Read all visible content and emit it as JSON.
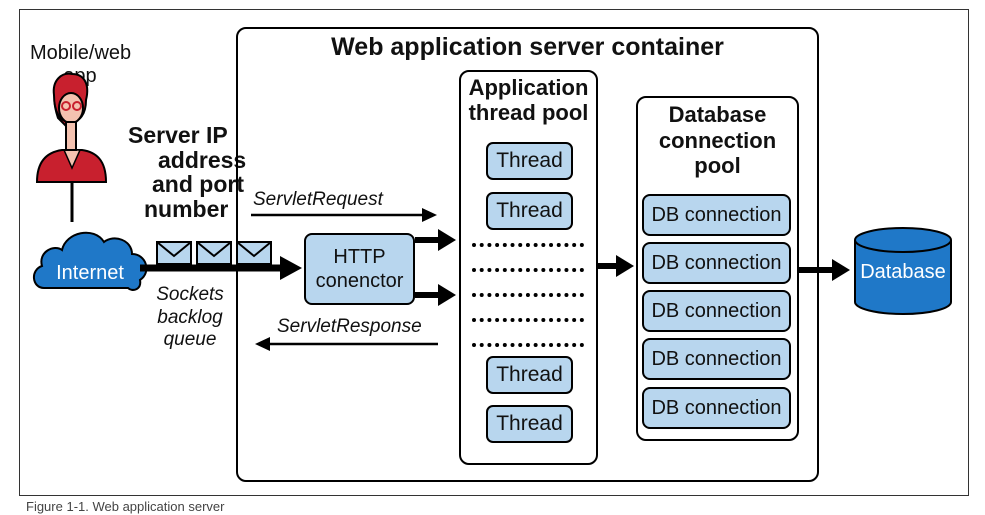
{
  "container": {
    "title": "Web application server container"
  },
  "client": {
    "label_lines": [
      "Mobile/web",
      "app"
    ]
  },
  "server_address": {
    "label_lines": [
      "Server IP",
      "address",
      "and port",
      "number"
    ]
  },
  "internet": {
    "label": "Internet"
  },
  "backlog": {
    "label_lines": [
      "Sockets",
      "backlog",
      "queue"
    ]
  },
  "request": {
    "label": "ServletRequest"
  },
  "response": {
    "label": "ServletResponse"
  },
  "http_connector": {
    "label_lines": [
      "HTTP",
      "conenctor"
    ]
  },
  "thread_pool": {
    "title_lines": [
      "Application",
      "thread pool"
    ],
    "threads": [
      "Thread",
      "Thread",
      "Thread",
      "Thread"
    ]
  },
  "db_pool": {
    "title_lines": [
      "Database",
      "connection",
      "pool"
    ],
    "connections": [
      "DB connection",
      "DB connection",
      "DB connection",
      "DB connection",
      "DB connection"
    ]
  },
  "database": {
    "label": "Database"
  },
  "caption": {
    "text": "Figure 1-1. Web application server"
  },
  "colors": {
    "box_fill": "#b8d6ee",
    "cylinder_fill": "#1f78c8",
    "accent_red": "#c8202e"
  }
}
